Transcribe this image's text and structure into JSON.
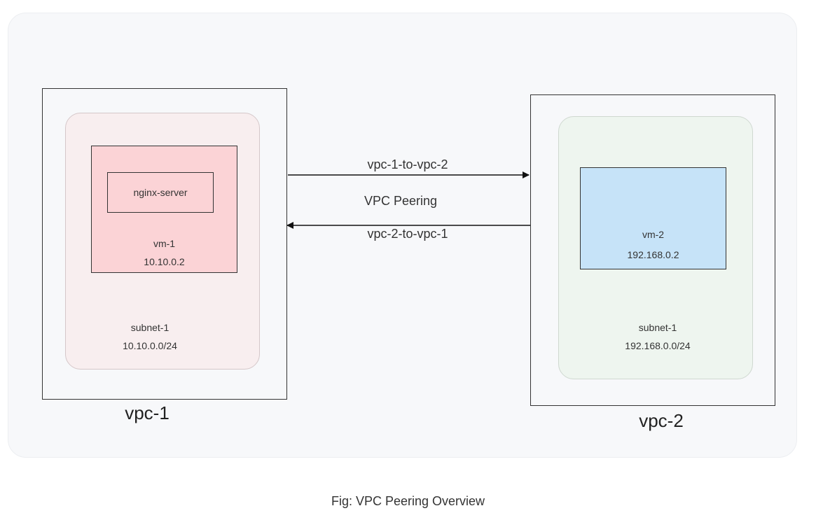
{
  "diagram": {
    "caption": "Fig: VPC Peering Overview",
    "peering_label": "VPC Peering",
    "vpc1": {
      "name": "vpc-1",
      "subnet": {
        "name": "subnet-1",
        "cidr": "10.10.0.0/24"
      },
      "vm": {
        "name": "vm-1",
        "ip": "10.10.0.2",
        "app": "nginx-server"
      }
    },
    "vpc2": {
      "name": "vpc-2",
      "subnet": {
        "name": "subnet-1",
        "cidr": "192.168.0.0/24"
      },
      "vm": {
        "name": "vm-2",
        "ip": "192.168.0.2"
      }
    },
    "routes": {
      "forward": "vpc-1-to-vpc-2",
      "reverse": "vpc-2-to-vpc-1"
    }
  },
  "colors": {
    "canvas_bg": "#f7f8fa",
    "subnet1_bg": "#f8eeef",
    "subnet2_bg": "#eef5ef",
    "vm1_bg": "#fbd3d6",
    "vm2_bg": "#c6e3f8",
    "stroke": "#333333"
  }
}
